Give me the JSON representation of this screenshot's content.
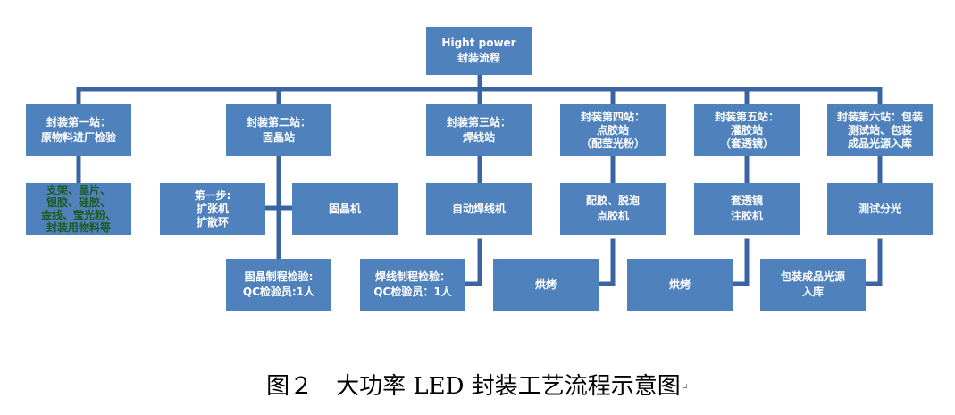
{
  "diagram": {
    "root": "Hight power\n封装流程",
    "station1": "封装第一站：\n原物料进厂检验",
    "station1_materials": "支架、晶片、\n银胶、硅胶、\n金线、莹光粉、\n封装用物料等",
    "station2": "封装第二站：\n固晶站",
    "station2_step1": "第一步:\n扩张机\n扩散环",
    "station2_machine": "固晶机",
    "station2_qc": "固晶制程检验:\nQC检验员:1人",
    "station3": "封装第三站：\n焊线站",
    "station3_machine": "自动焊线机",
    "station3_qc": "焊线制程检验：\nQC检验员：1人",
    "station4": "封装第四站：\n点胶站\n（配莹光粉）",
    "station4_machine": "配胶、脱泡\n点胶机",
    "station4_bake": "烘烤",
    "station5": "封装第五站：\n灌胶站\n（套透镜）",
    "station5_machine": "套透镜\n注胶机",
    "station5_bake": "烘烤",
    "station6": "封装第六站：包装\n测试站、包装\n成品光源入库",
    "station6_test": "测试分光",
    "station6_pack": "包装成品光源\n入库"
  },
  "caption": "图２　大功率 LED 封装工艺流程示意图",
  "caption_mark": "↵",
  "colors": {
    "box": "#4f81bd",
    "line": "#3a64a4",
    "box_text": "#ffffff",
    "materials_text": "#1f5a1f"
  }
}
